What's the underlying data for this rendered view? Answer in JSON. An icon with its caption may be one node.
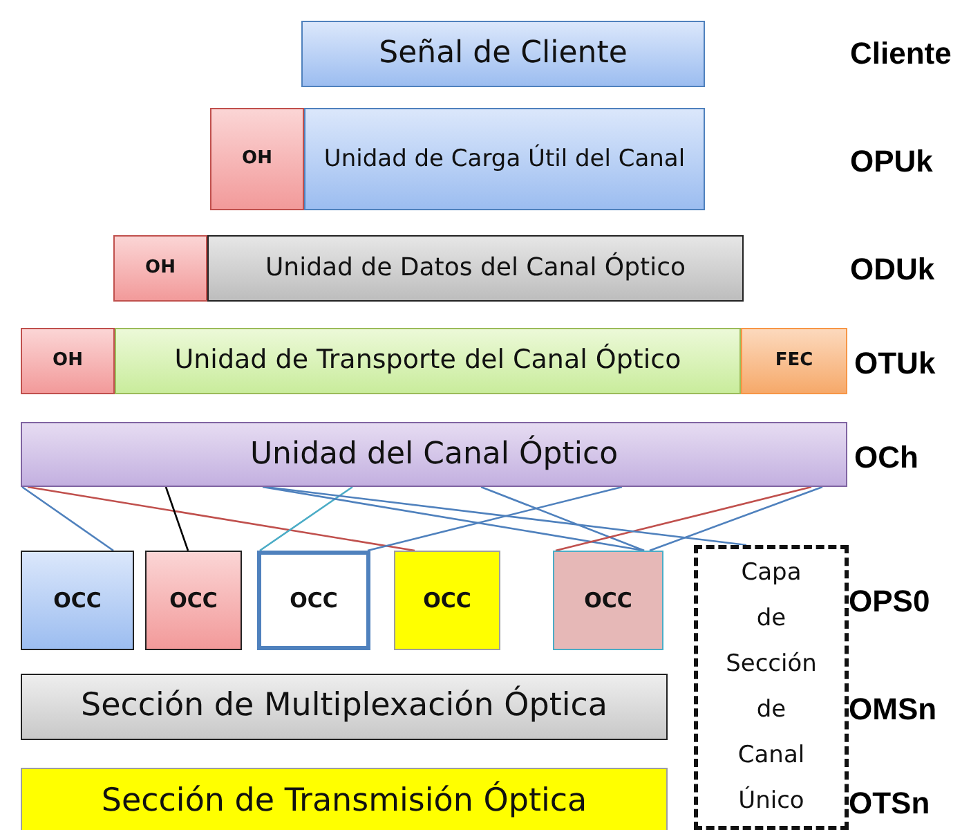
{
  "diagram": {
    "nodes": [
      {
        "text": [
          "Señal de Cliente"
        ]
      },
      {
        "text": [
          "OH"
        ]
      },
      {
        "text": [
          "Unidad de Carga Útil del Canal"
        ]
      },
      {
        "text": [
          "OH"
        ]
      },
      {
        "text": [
          "Unidad de Datos del Canal Óptico"
        ]
      },
      {
        "text": [
          "OH"
        ]
      },
      {
        "text": [
          "Unidad de Transporte del Canal Óptico"
        ]
      },
      {
        "text": [
          "FEC"
        ]
      },
      {
        "text": [
          "Unidad del Canal Óptico"
        ]
      },
      {
        "text": [
          "OCC"
        ]
      },
      {
        "text": [
          "OCC"
        ]
      },
      {
        "text": [
          "OCC"
        ]
      },
      {
        "text": [
          "OCC"
        ]
      },
      {
        "text": [
          "OCC"
        ]
      },
      {
        "text": [
          "Capa de Sección de Canal Único"
        ]
      },
      {
        "text": [
          "Sección de Multiplexación Óptica"
        ]
      },
      {
        "text": [
          "Sección de Transmisión Óptica"
        ]
      }
    ],
    "edges": [
      {
        "from": 8,
        "to": 9,
        "arrow": "none"
      },
      {
        "from": 8,
        "to": 12,
        "arrow": "none",
        "color": "#c0504d"
      },
      {
        "from": 8,
        "to": 10,
        "arrow": "none",
        "color": "#000000"
      },
      {
        "from": 8,
        "to": 11,
        "arrow": "none",
        "color": "#4bacc6"
      },
      {
        "from": 8,
        "to": 13,
        "arrow": "none"
      },
      {
        "from": 8,
        "to": 11,
        "arrow": "none"
      },
      {
        "from": 8,
        "to": 13,
        "arrow": "none"
      },
      {
        "from": 8,
        "to": 13,
        "arrow": "none",
        "color": "#c0504d"
      },
      {
        "from": 8,
        "to": 13,
        "arrow": "none"
      },
      {
        "from": 8,
        "to": 14,
        "arrow": "none"
      }
    ],
    "labels": [
      "Cliente",
      "OPUk",
      "ODUk",
      "OTUk",
      "OCh",
      "OPS0",
      "OMSn",
      "OTSn"
    ]
  }
}
